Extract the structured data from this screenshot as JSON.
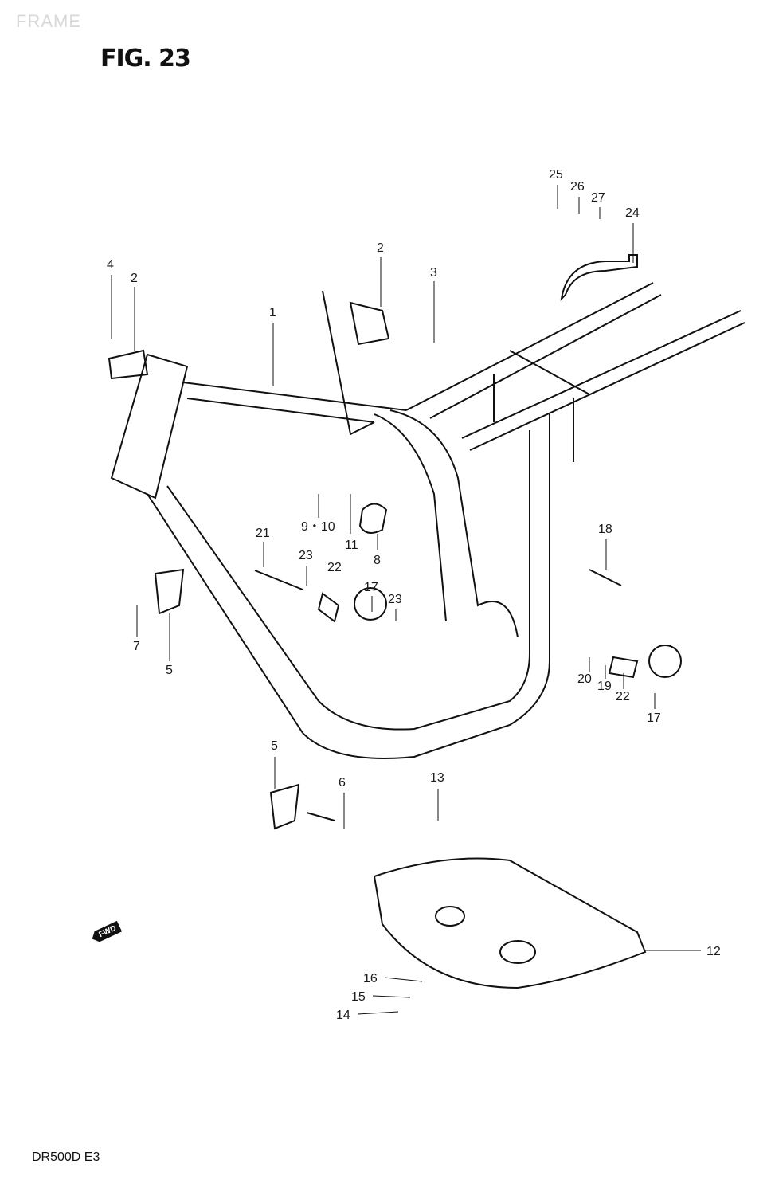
{
  "header": {
    "section": "FRAME",
    "figure": "FIG. 23"
  },
  "footer": {
    "model": "DR500D E3"
  },
  "fwd_arrow": "FWD",
  "callouts": [
    "4",
    "2",
    "1",
    "2",
    "3",
    "25",
    "26",
    "27",
    "24",
    "9・10",
    "11",
    "8",
    "21",
    "23",
    "22",
    "17",
    "23",
    "7",
    "5",
    "18",
    "20",
    "19",
    "22",
    "17",
    "5",
    "6",
    "13",
    "12",
    "16",
    "15",
    "14"
  ]
}
